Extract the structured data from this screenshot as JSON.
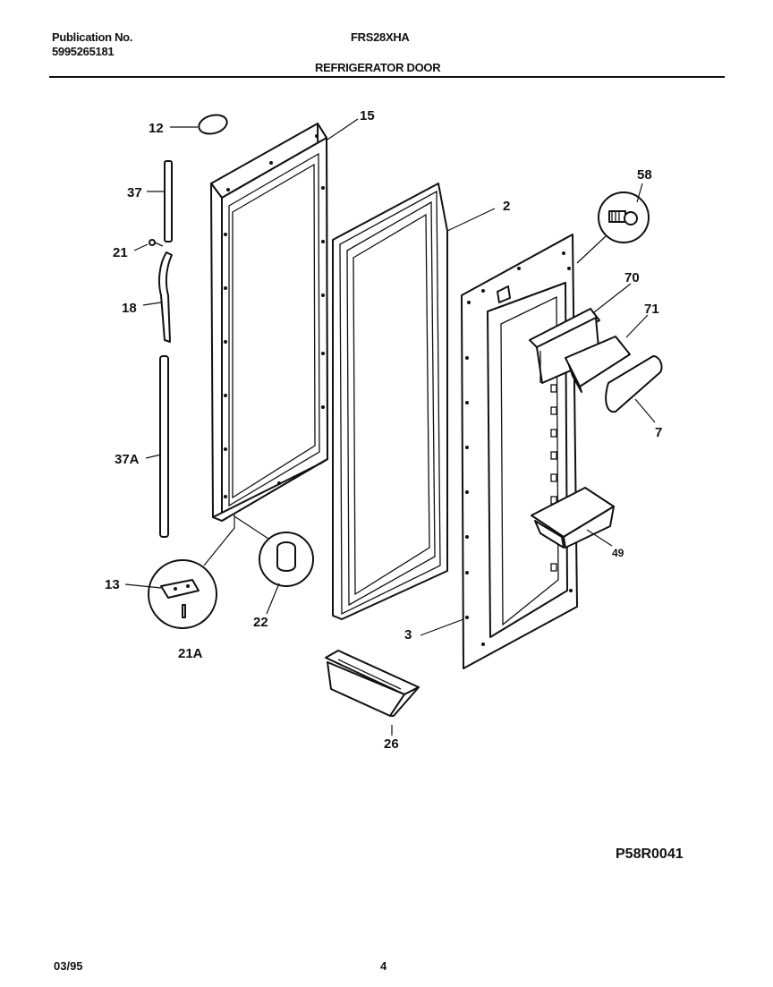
{
  "header": {
    "publication_label": "Publication No.",
    "publication_number": "5995265181",
    "model": "FRS28XHA",
    "section_title": "REFRIGERATOR DOOR"
  },
  "callouts": {
    "c12": "12",
    "c15": "15",
    "c37": "37",
    "c21": "21",
    "c18": "18",
    "c37a": "37A",
    "c13": "13",
    "c21a": "21A",
    "c22": "22",
    "c2": "2",
    "c58": "58",
    "c70": "70",
    "c71": "71",
    "c7": "7",
    "c49": "49",
    "c3": "3",
    "c26": "26"
  },
  "drawing_code": "P58R0041",
  "footer": {
    "date": "03/95",
    "page": "4"
  }
}
